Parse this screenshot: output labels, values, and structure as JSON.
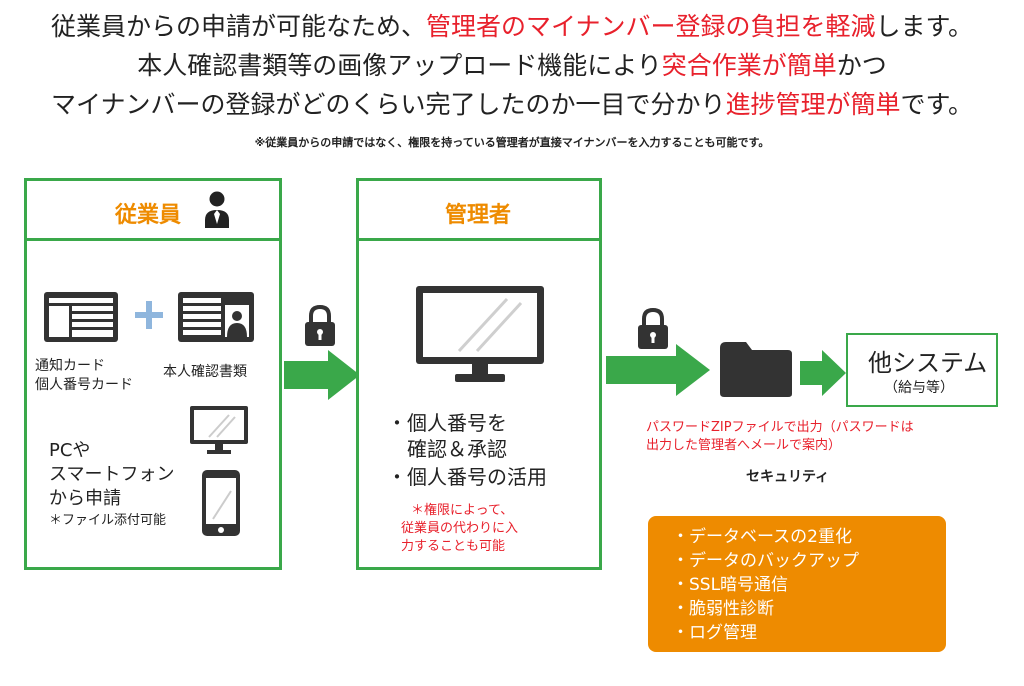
{
  "heading": {
    "line1": [
      {
        "text": "従業員からの申請が可能なため、",
        "red": false
      },
      {
        "text": "管理者のマイナンバー登録の負担を軽減",
        "red": true
      },
      {
        "text": "します。",
        "red": false
      }
    ],
    "line2": [
      {
        "text": "本人確認書類等の画像アップロード機能により",
        "red": false
      },
      {
        "text": "突合作業が簡単",
        "red": true
      },
      {
        "text": "かつ",
        "red": false
      }
    ],
    "line3": [
      {
        "text": "マイナンバーの登録がどのくらい完了したのか一目で分かり",
        "red": false
      },
      {
        "text": "進捗管理が簡単",
        "red": true
      },
      {
        "text": "です。",
        "red": false
      }
    ],
    "note": "※従業員からの申請ではなく、権限を持っている管理者が直接マイナンバーを入力することも可能です。"
  },
  "employee": {
    "title": "従業員",
    "card_label_1": "通知カード",
    "card_label_2": "個人番号カード",
    "id_docs_label": "本人確認書類",
    "device_line1": "PCや",
    "device_line2": "スマートフォン",
    "device_line3": "から申請",
    "attach_note": "＊ファイル添付可能"
  },
  "admin": {
    "title": "管理者",
    "item1_line1": "・個人番号を",
    "item1_line2": "確認＆承認",
    "item2": "・個人番号の活用",
    "note_line1": "＊権限によって、",
    "note_line2": "従業員の代わりに入",
    "note_line3": "力することも可能"
  },
  "other_system": {
    "title": "他システム",
    "subtitle": "（給与等）"
  },
  "zip_note": {
    "line1": "パスワードZIPファイルで出力（パスワードは",
    "line2": "出力した管理者へメールで案内）"
  },
  "security": {
    "label": "セキュリティ",
    "items": [
      "・データベースの2重化",
      "・データのバックアップ",
      "・SSL暗号通信",
      "・脆弱性診断",
      "・ログ管理"
    ]
  },
  "colors": {
    "green": "#3aa84a",
    "orange": "#ee8b00",
    "red": "#e8212c",
    "dark": "#333333"
  },
  "icons": [
    "person-icon",
    "notification-card-icon",
    "plus-icon",
    "id-card-icon",
    "monitor-icon",
    "smartphone-icon",
    "padlock-icon",
    "arrow-right-icon",
    "folder-icon"
  ]
}
